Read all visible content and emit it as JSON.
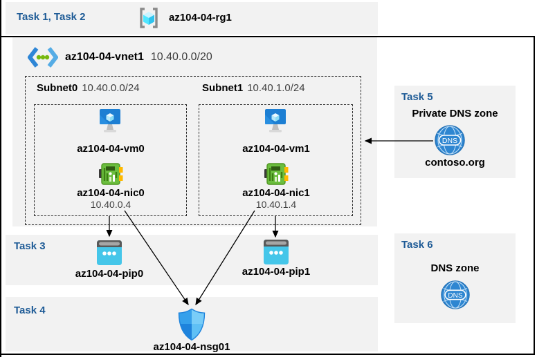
{
  "title_band": {
    "label": "Task 1, Task 2",
    "resource_group": "az104-04-rg1"
  },
  "vnet": {
    "name": "az104-04-vnet1",
    "cidr": "10.40.0.0/20"
  },
  "subnets": [
    {
      "name": "Subnet0",
      "cidr": "10.40.0.0/24",
      "vm": "az104-04-vm0",
      "nic": "az104-04-nic0",
      "nic_ip": "10.40.0.4"
    },
    {
      "name": "Subnet1",
      "cidr": "10.40.1.0/24",
      "vm": "az104-04-vm1",
      "nic": "az104-04-nic1",
      "nic_ip": "10.40.1.4"
    }
  ],
  "task3": {
    "label": "Task 3",
    "pip0": "az104-04-pip0",
    "pip1": "az104-04-pip1"
  },
  "task4": {
    "label": "Task 4",
    "nsg": "az104-04-nsg01"
  },
  "task5": {
    "label": "Task 5",
    "heading": "Private DNS zone",
    "zone_name": "contoso.org"
  },
  "task6": {
    "label": "Task 6",
    "heading": "DNS zone"
  },
  "icons": {
    "dns_label": "DNS"
  },
  "colors": {
    "task_label": "#1E5B96",
    "band_fill": "#F2F2F2",
    "pip_body": "#45C6E9",
    "nic_green": "#6BBE3E",
    "shield_dark": "#1E83DC",
    "shield_light": "#79CDF8",
    "dns_blue": "#2E86D1"
  }
}
